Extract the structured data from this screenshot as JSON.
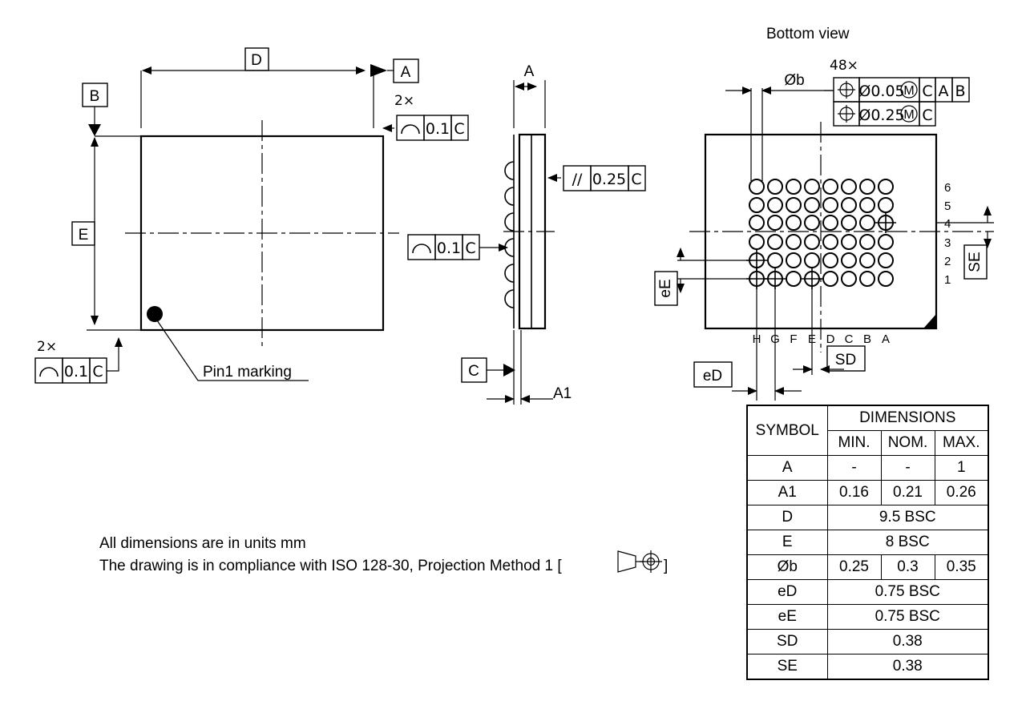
{
  "views": {
    "bottom_view_title": "Bottom view",
    "top_view": {
      "dim_D": "D",
      "dim_E": "E",
      "datum_A": "A",
      "datum_B": "B",
      "pin1_label": "Pin1 marking",
      "profile_top": {
        "count": "2×",
        "symbol": "profile-of-surface",
        "value": "0.1",
        "datum": "C"
      },
      "profile_left": {
        "count": "2×",
        "symbol": "profile-of-surface",
        "value": "0.1",
        "datum": "C"
      }
    },
    "side_view": {
      "dim_A": "A",
      "dim_A1": "A1",
      "datum_C": "C",
      "parallelism": {
        "symbol": "parallelism",
        "value": "0.25",
        "datum": "C"
      },
      "profile": {
        "symbol": "profile-of-surface",
        "value": "0.1",
        "datum": "C"
      }
    },
    "bottom_view": {
      "ball_count": "48×",
      "dim_b": "Øb",
      "dim_eD": "eD",
      "dim_eE": "eE",
      "dim_SD": "SD",
      "dim_SE": "SE",
      "position_frame_1": {
        "symbol": "position",
        "value": "Ø0.05",
        "modifier": "M",
        "datums": [
          "C",
          "A",
          "B"
        ]
      },
      "position_frame_2": {
        "symbol": "position",
        "value": "Ø0.25",
        "modifier": "M",
        "datums": [
          "C"
        ]
      },
      "column_labels": [
        "H",
        "G",
        "F",
        "E",
        "D",
        "C",
        "B",
        "A"
      ],
      "row_labels": [
        "6",
        "5",
        "4",
        "3",
        "2",
        "1"
      ]
    }
  },
  "notes": [
    "All dimensions are in units mm",
    "The drawing is in compliance with ISO 128-30, Projection Method 1 ["
  ],
  "notes_tail": "]",
  "table": {
    "header_symbol": "SYMBOL",
    "header_dimensions": "DIMENSIONS",
    "columns": [
      "MIN.",
      "NOM.",
      "MAX."
    ],
    "rows": [
      {
        "symbol": "A",
        "min": "-",
        "nom": "-",
        "max": "1",
        "span": false
      },
      {
        "symbol": "A1",
        "min": "0.16",
        "nom": "0.21",
        "max": "0.26",
        "span": false
      },
      {
        "symbol": "D",
        "value": "9.5 BSC",
        "span": true
      },
      {
        "symbol": "E",
        "value": "8 BSC",
        "span": true
      },
      {
        "symbol": "Øb",
        "min": "0.25",
        "nom": "0.3",
        "max": "0.35",
        "span": false
      },
      {
        "symbol": "eD",
        "value": "0.75 BSC",
        "span": true
      },
      {
        "symbol": "eE",
        "value": "0.75 BSC",
        "span": true
      },
      {
        "symbol": "SD",
        "value": "0.38",
        "span": true
      },
      {
        "symbol": "SE",
        "value": "0.38",
        "span": true
      }
    ]
  },
  "colors": {
    "line": "#000000",
    "background": "#ffffff"
  }
}
